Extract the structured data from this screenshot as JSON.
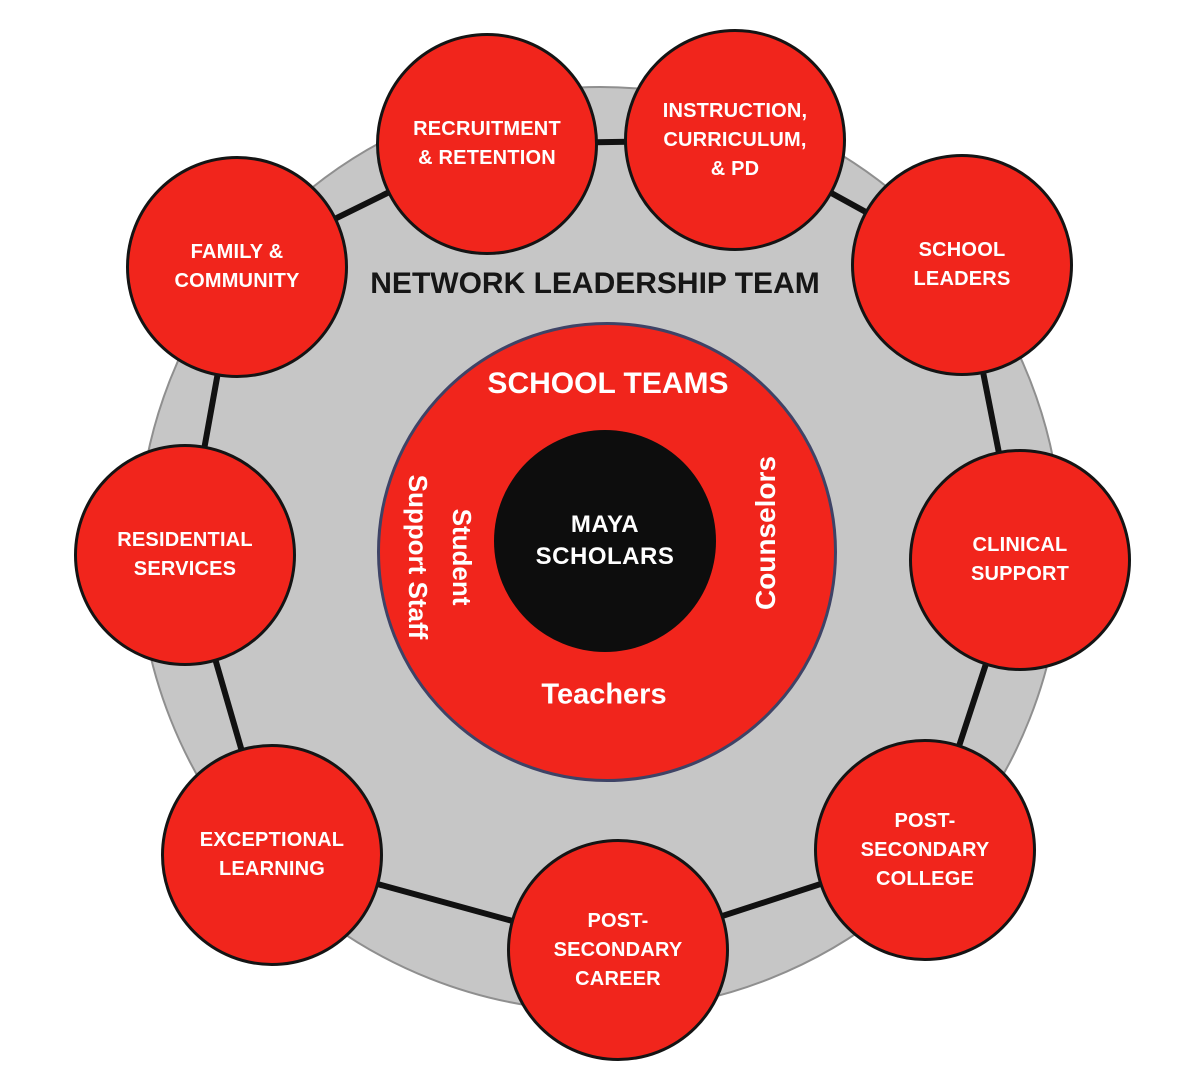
{
  "diagram": {
    "title": "NETWORK LEADERSHIP TEAM",
    "center": {
      "school_teams_label": "SCHOOL TEAMS",
      "core_label": "MAYA\nSCHOLARS",
      "left_label": "Student\nSupport Staff",
      "right_label": "Counselors",
      "bottom_label": "Teachers"
    },
    "ring_nodes": [
      {
        "id": "recruitment-retention",
        "label": "RECRUITMENT\n& RETENTION"
      },
      {
        "id": "instruction-curriculum-pd",
        "label": "INSTRUCTION,\nCURRICULUM,\n& PD"
      },
      {
        "id": "school-leaders",
        "label": "SCHOOL\nLEADERS"
      },
      {
        "id": "clinical-support",
        "label": "CLINICAL\nSUPPORT"
      },
      {
        "id": "post-secondary-college",
        "label": "POST-\nSECONDARY\nCOLLEGE"
      },
      {
        "id": "post-secondary-career",
        "label": "POST-\nSECONDARY\nCAREER"
      },
      {
        "id": "exceptional-learning",
        "label": "EXCEPTIONAL\nLEARNING"
      },
      {
        "id": "residential-services",
        "label": "RESIDENTIAL\nSERVICES"
      },
      {
        "id": "family-community",
        "label": "FAMILY &\nCOMMUNITY"
      }
    ],
    "colors": {
      "node_red": "#F1251C",
      "ring_gray": "#C6C6C6",
      "ring_border": "#8F8F8F",
      "core_black": "#0D0D0D",
      "center_circle_border": "#3E4366",
      "node_border": "#141414",
      "connector": "#111111",
      "text_light": "#FFFFFF",
      "text_dark": "#161616"
    }
  }
}
